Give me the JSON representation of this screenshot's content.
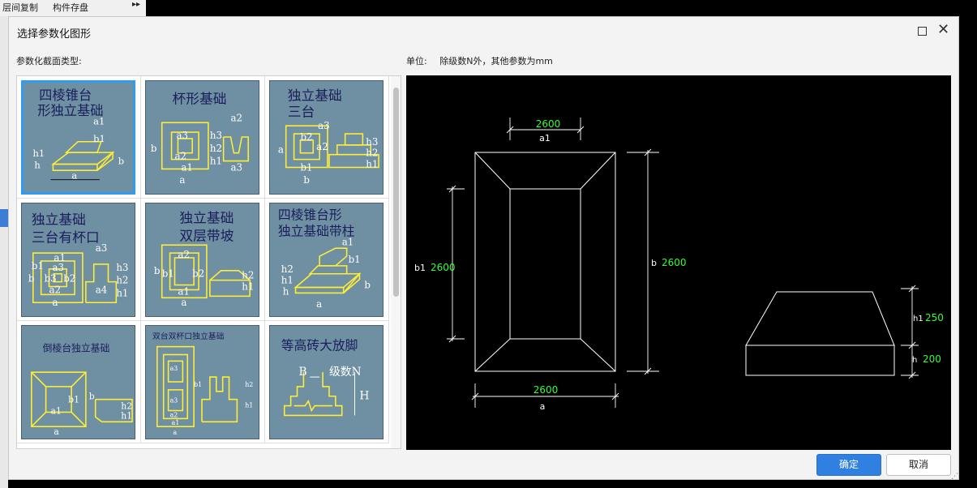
{
  "background": {
    "menu_item_1": "层间复制",
    "menu_item_2": "构件存盘",
    "expand_glyph": "▸▸"
  },
  "dialog": {
    "title": "选择参数化图形",
    "section_label": "参数化截面类型:",
    "unit_label": "单位:",
    "unit_note": "除级数N外，其他参数为mm",
    "ok_button": "确定",
    "cancel_button": "取消"
  },
  "gallery": {
    "selected_index": 0,
    "items": [
      {
        "title1": "四棱锥台",
        "title2": "形独立基础",
        "icon": "pyramid-footing-icon"
      },
      {
        "title1": "杯形基础",
        "title2": "",
        "icon": "cup-footing-icon"
      },
      {
        "title1": "独立基础",
        "title2": "三台",
        "icon": "three-step-footing-icon"
      },
      {
        "title1": "独立基础",
        "title2": "三台有杯口",
        "icon": "three-step-cup-footing-icon"
      },
      {
        "title1": "独立基础",
        "title2": "双层带坡",
        "icon": "two-layer-slope-footing-icon"
      },
      {
        "title1": "四棱锥台形",
        "title2": "独立基础带柱",
        "icon": "pyramid-footing-column-icon"
      },
      {
        "title1": "倒棱台独立基础",
        "title2": "",
        "icon": "inverted-frustum-footing-icon"
      },
      {
        "title1": "双台双杯口独立基础",
        "title2": "",
        "icon": "double-cup-footing-icon"
      },
      {
        "title1": "等高砖大放脚",
        "title2": "",
        "icon": "brick-footing-icon"
      }
    ],
    "thumb_labels": {
      "a": "a",
      "b": "b",
      "a1": "a1",
      "b1": "b1",
      "h": "h",
      "h1": "h1",
      "a2": "a2",
      "b2": "b2",
      "a3": "a3",
      "b3": "b3",
      "h2": "h2",
      "h3": "h3",
      "a4": "a4",
      "B": "B",
      "N": "级数N",
      "H": "H"
    }
  },
  "preview": {
    "top_value": "2600",
    "top_label": "a1",
    "bottom_value": "2600",
    "bottom_label": "a",
    "left_label": "b1",
    "left_value": "2600",
    "right_label": "b",
    "right_value": "2600",
    "h1_label": "h1",
    "h1_value": "250",
    "h_label": "h",
    "h_value": "200"
  },
  "colors": {
    "accent": "#2f80e0",
    "thumb_bg": "#6f8fa3",
    "dim_value": "#33ff33",
    "selection": "#2f9cf0"
  }
}
